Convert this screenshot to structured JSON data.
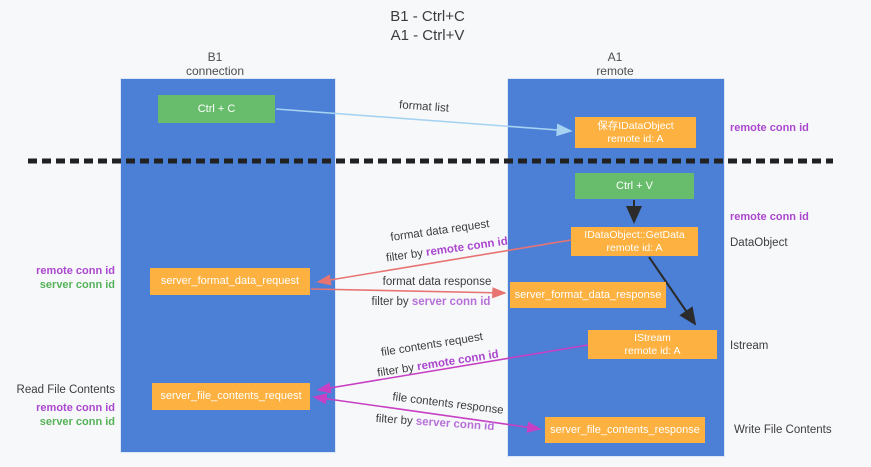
{
  "title": {
    "line1": "B1 - Ctrl+C",
    "line2": "A1 - Ctrl+V"
  },
  "lanes": {
    "left": {
      "name": "B1",
      "role": "connection"
    },
    "right": {
      "name": "A1",
      "role": "remote"
    }
  },
  "nodes": {
    "ctrl_c": {
      "label": "Ctrl + C"
    },
    "save_idataobject": {
      "line1": "保存IDataObject",
      "line2": "remote id: A"
    },
    "ctrl_v": {
      "label": "Ctrl + V"
    },
    "getdata": {
      "line1": "IDataObject::GetData",
      "line2": "remote id: A"
    },
    "server_format_data_request": {
      "label": "server_format_data_request"
    },
    "server_format_data_response": {
      "label": "server_format_data_response"
    },
    "istream": {
      "line1": "IStream",
      "line2": "remote id: A"
    },
    "server_file_contents_request": {
      "label": "server_file_contents_request"
    },
    "server_file_contents_response": {
      "label": "server_file_contents_response"
    }
  },
  "flow_labels": {
    "format_list": "format list",
    "format_data_request": "format data request",
    "format_data_response": "format data response",
    "file_contents_request": "file contents request",
    "file_contents_response": "file contents response",
    "filter_by": "filter by",
    "remote_conn_id": "remote conn id",
    "server_conn_id": "server conn id"
  },
  "annotations": {
    "remote_conn_id": "remote conn id",
    "server_conn_id": "server conn id",
    "dataobject": "DataObject",
    "istream": "Istream",
    "read_file_contents": "Read File Contents",
    "write_file_contents": "Write File Contents"
  },
  "colors": {
    "lane_blue": "#4c80d7",
    "node_green": "#68bd6c",
    "node_orange": "#fcb140",
    "arrow_lightblue": "#a6d3f2",
    "arrow_red": "#e87472",
    "arrow_magenta": "#c73fc4",
    "arrow_black": "#2b2b2b",
    "label_purple": "#ab47cf",
    "label_light_purple": "#b671d8",
    "label_green": "#55b259"
  }
}
